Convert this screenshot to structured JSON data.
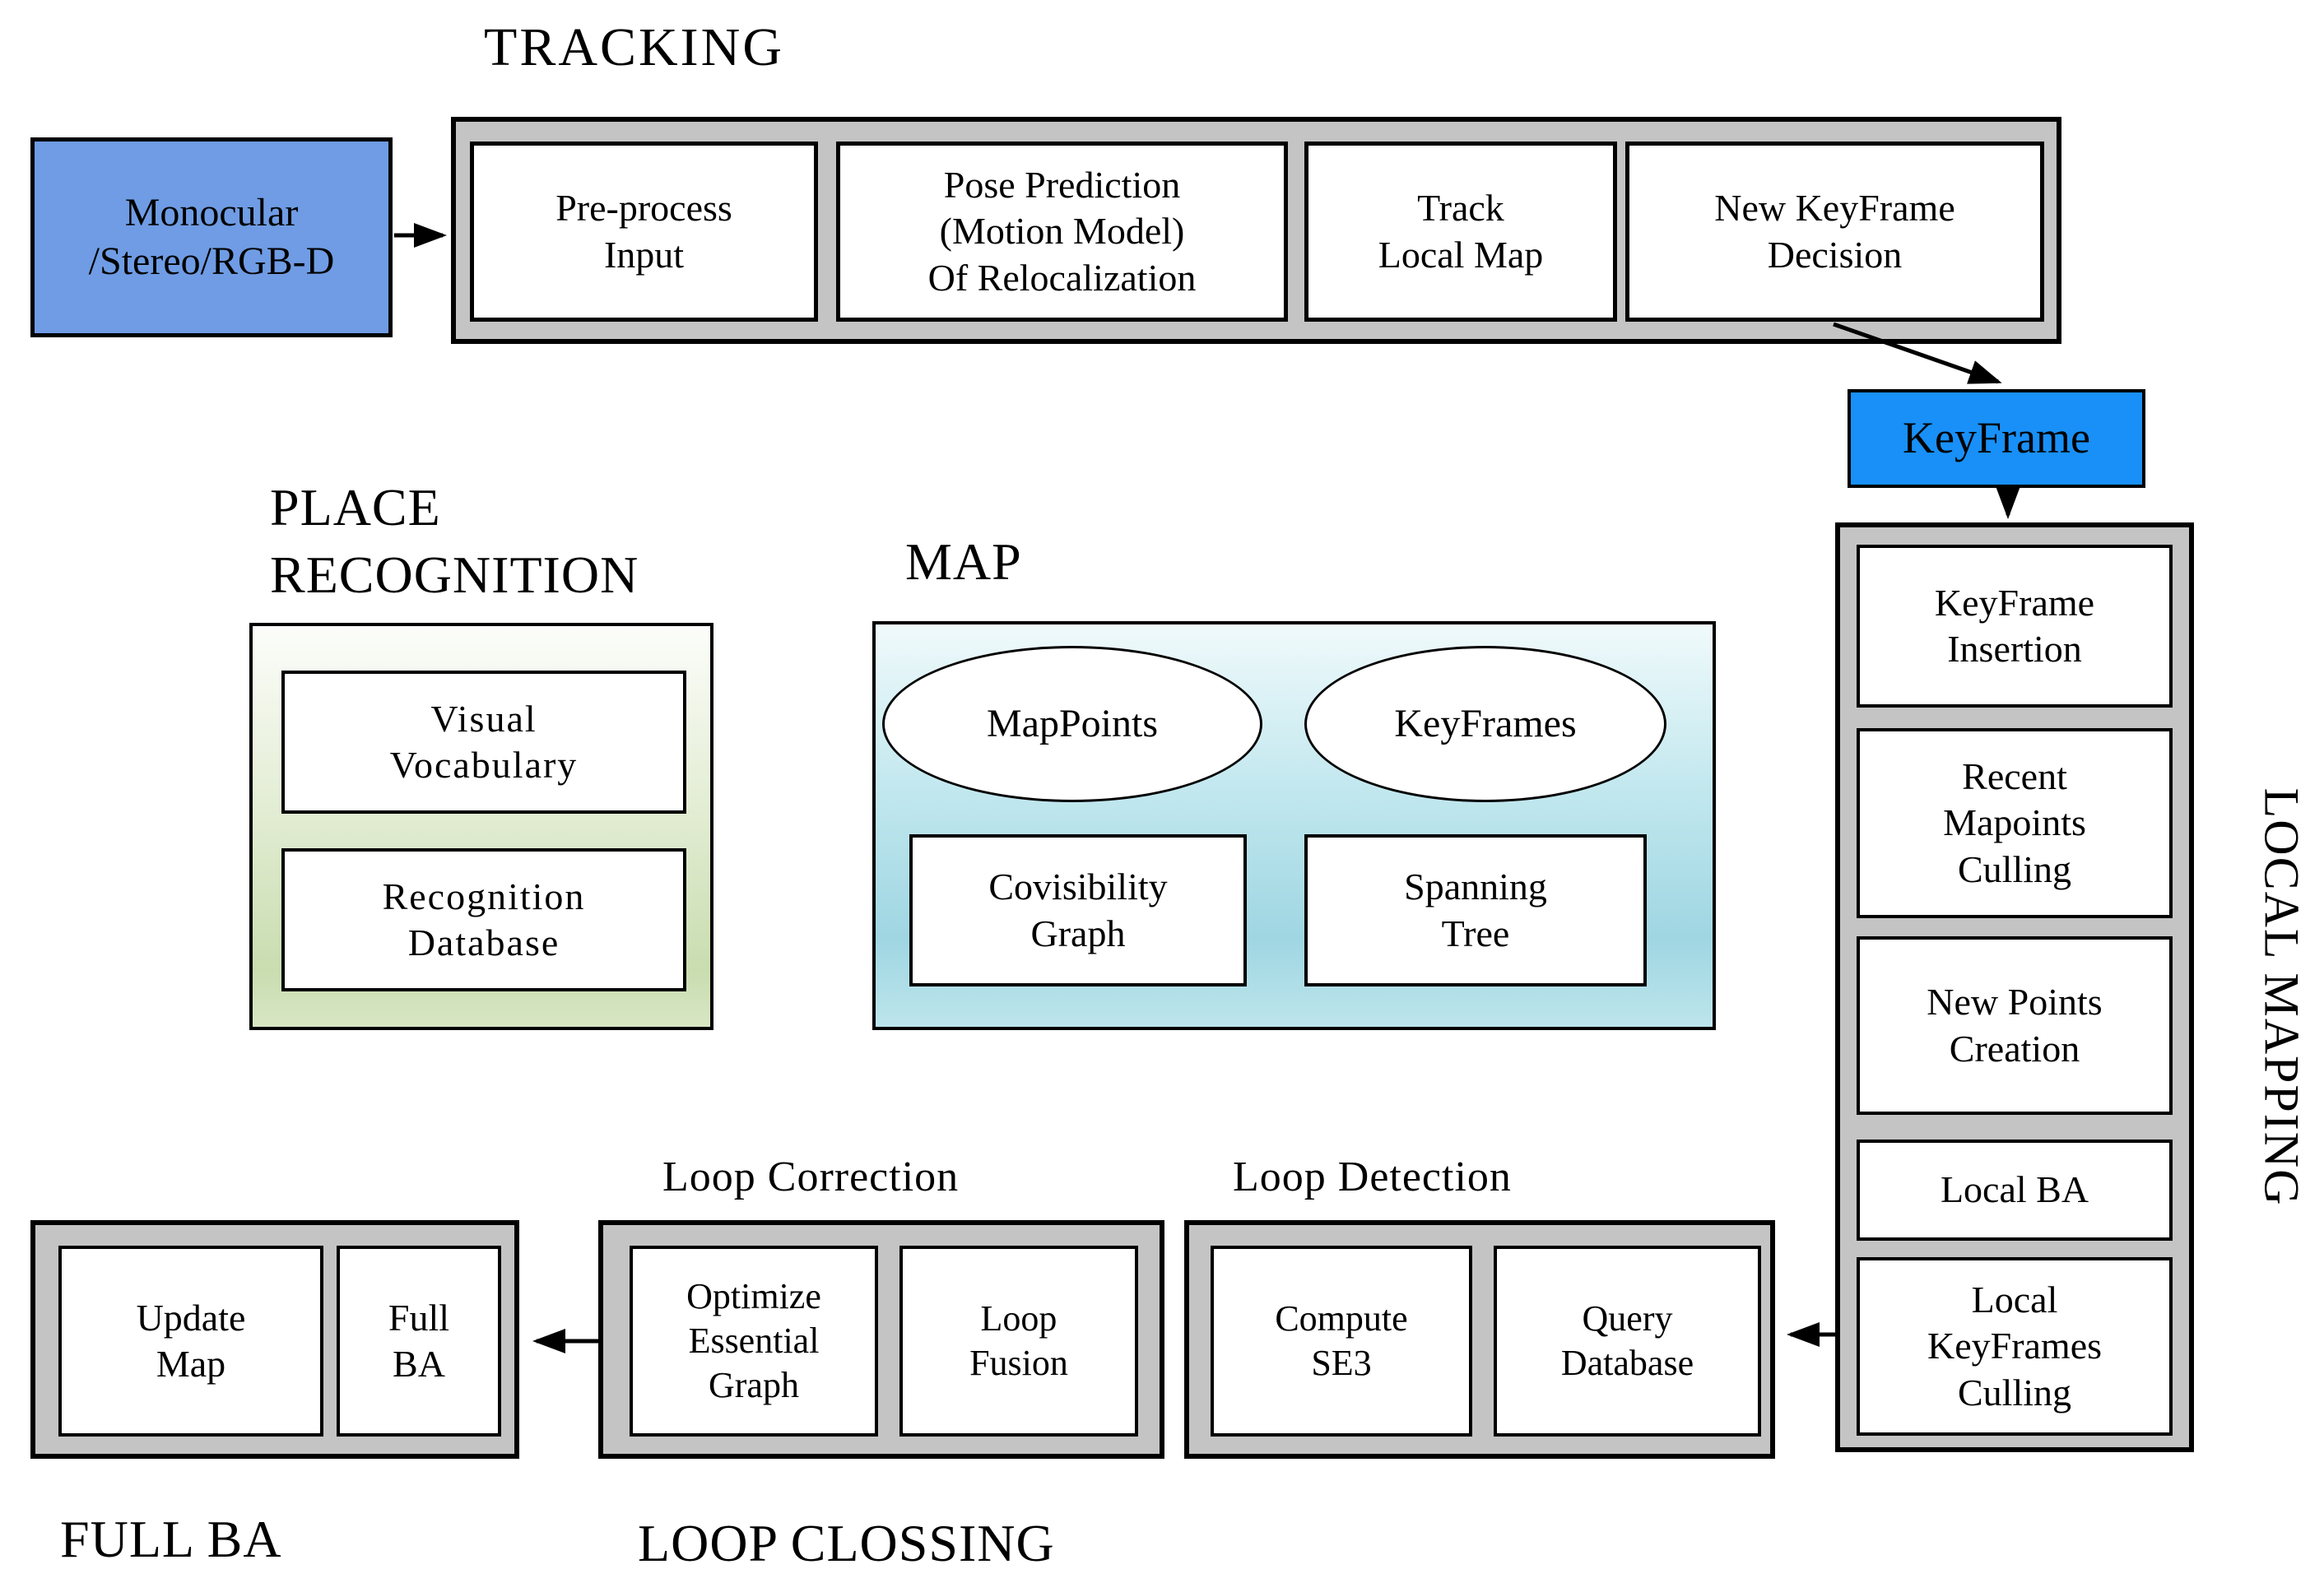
{
  "colors": {
    "input_blue": "#6f9ce4",
    "keyframe_blue": "#1890f8",
    "container_gray": "#c4c4c4",
    "green_top": "#fcfdfa",
    "green_bottom": "#cbdeb2",
    "cyan_top": "#f0fafb",
    "cyan_bottom": "#9fd6e2"
  },
  "tracking": {
    "label": "TRACKING",
    "input_node": "Monocular\n/Stereo/RGB-D",
    "steps": [
      "Pre-process\nInput",
      "Pose Prediction\n(Motion Model)\nOf Relocalization",
      "Track\nLocal Map",
      "New KeyFrame\nDecision"
    ]
  },
  "keyframe": {
    "label": "KeyFrame"
  },
  "local_mapping": {
    "label": "LOCAL MAPPING",
    "steps": [
      "KeyFrame\nInsertion",
      "Recent\nMapoints\nCulling",
      "New Points\nCreation",
      "Local BA",
      "Local\nKeyFrames\nCulling"
    ]
  },
  "place_recognition": {
    "label": "PLACE\nRECOGNITION",
    "items": [
      "Visual\nVocabulary",
      "Recognition\nDatabase"
    ]
  },
  "map": {
    "label": "MAP",
    "ellipses": [
      "MapPoints",
      "KeyFrames"
    ],
    "boxes": [
      "Covisibility\nGraph",
      "Spanning\nTree"
    ]
  },
  "loop_closing": {
    "label": "LOOP CLOSSING",
    "correction": {
      "label": "Loop Correction",
      "items": [
        "Optimize\nEssential\nGraph",
        "Loop\nFusion"
      ]
    },
    "detection": {
      "label": "Loop Detection",
      "items": [
        "Compute\nSE3",
        "Query\nDatabase"
      ]
    }
  },
  "full_ba": {
    "label": "FULL BA",
    "items": [
      "Update\nMap",
      "Full\nBA"
    ]
  }
}
